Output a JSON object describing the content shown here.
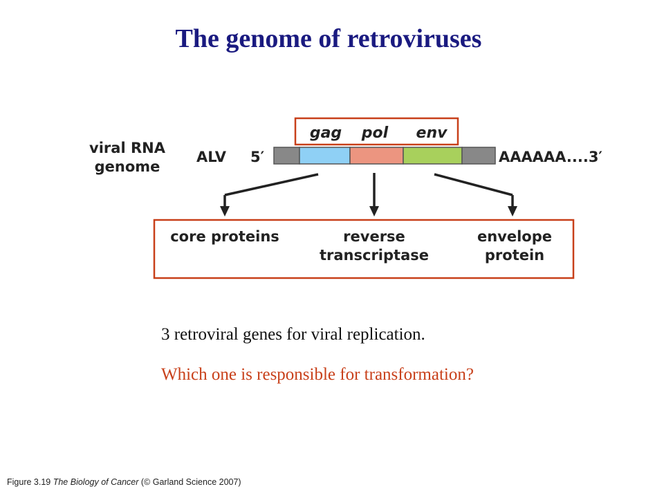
{
  "title": "The genome of retroviruses",
  "diagram": {
    "side_label_line1": "viral RNA",
    "side_label_line2": "genome",
    "virus_name": "ALV",
    "five_prime": "5′",
    "three_prime": "AAAAAA....3′",
    "genes": [
      "gag",
      "pol",
      "env"
    ],
    "products": [
      {
        "line1": "core proteins",
        "line2": ""
      },
      {
        "line1": "reverse",
        "line2": "transcriptase"
      },
      {
        "line1": "envelope",
        "line2": "protein"
      }
    ],
    "colors": {
      "ltr": "#888888",
      "gag": "#8fd0f5",
      "pol": "#ec9580",
      "env": "#a8d05c",
      "highlight_box": "#c8401a"
    }
  },
  "statement": "3 retroviral genes for viral replication.",
  "question": "Which one is responsible for transformation?",
  "footer": {
    "figure": "Figure 3.19",
    "book": "The Biology of Cancer",
    "credit": "(© Garland Science 2007)"
  }
}
